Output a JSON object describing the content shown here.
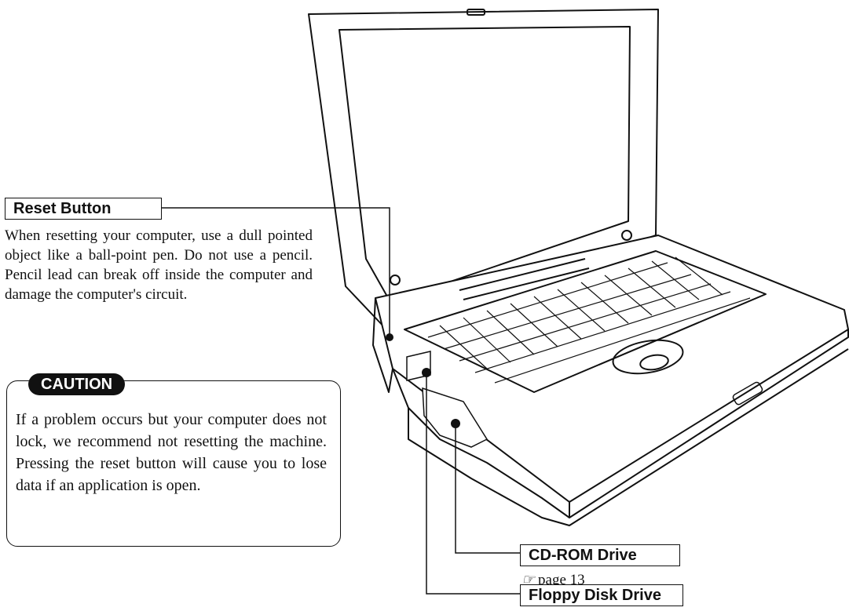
{
  "reset_button": {
    "label": "Reset Button",
    "description": "When resetting your computer, use a dull pointed object like a ball-point pen. Do not use a pencil. Pencil lead can break off inside the computer and damage the computer's circuit."
  },
  "caution": {
    "badge": "CAUTION",
    "text": "If a problem occurs but your computer does not lock, we recommend not resetting the machine. Pressing the reset button will cause you to lose data if an application is open."
  },
  "cdrom_drive": {
    "label": "CD-ROM Drive",
    "ref_icon": "page-reference-icon",
    "ref_glyph": "☞",
    "ref_text": "page 13"
  },
  "floppy_drive": {
    "label": "Floppy Disk Drive"
  }
}
